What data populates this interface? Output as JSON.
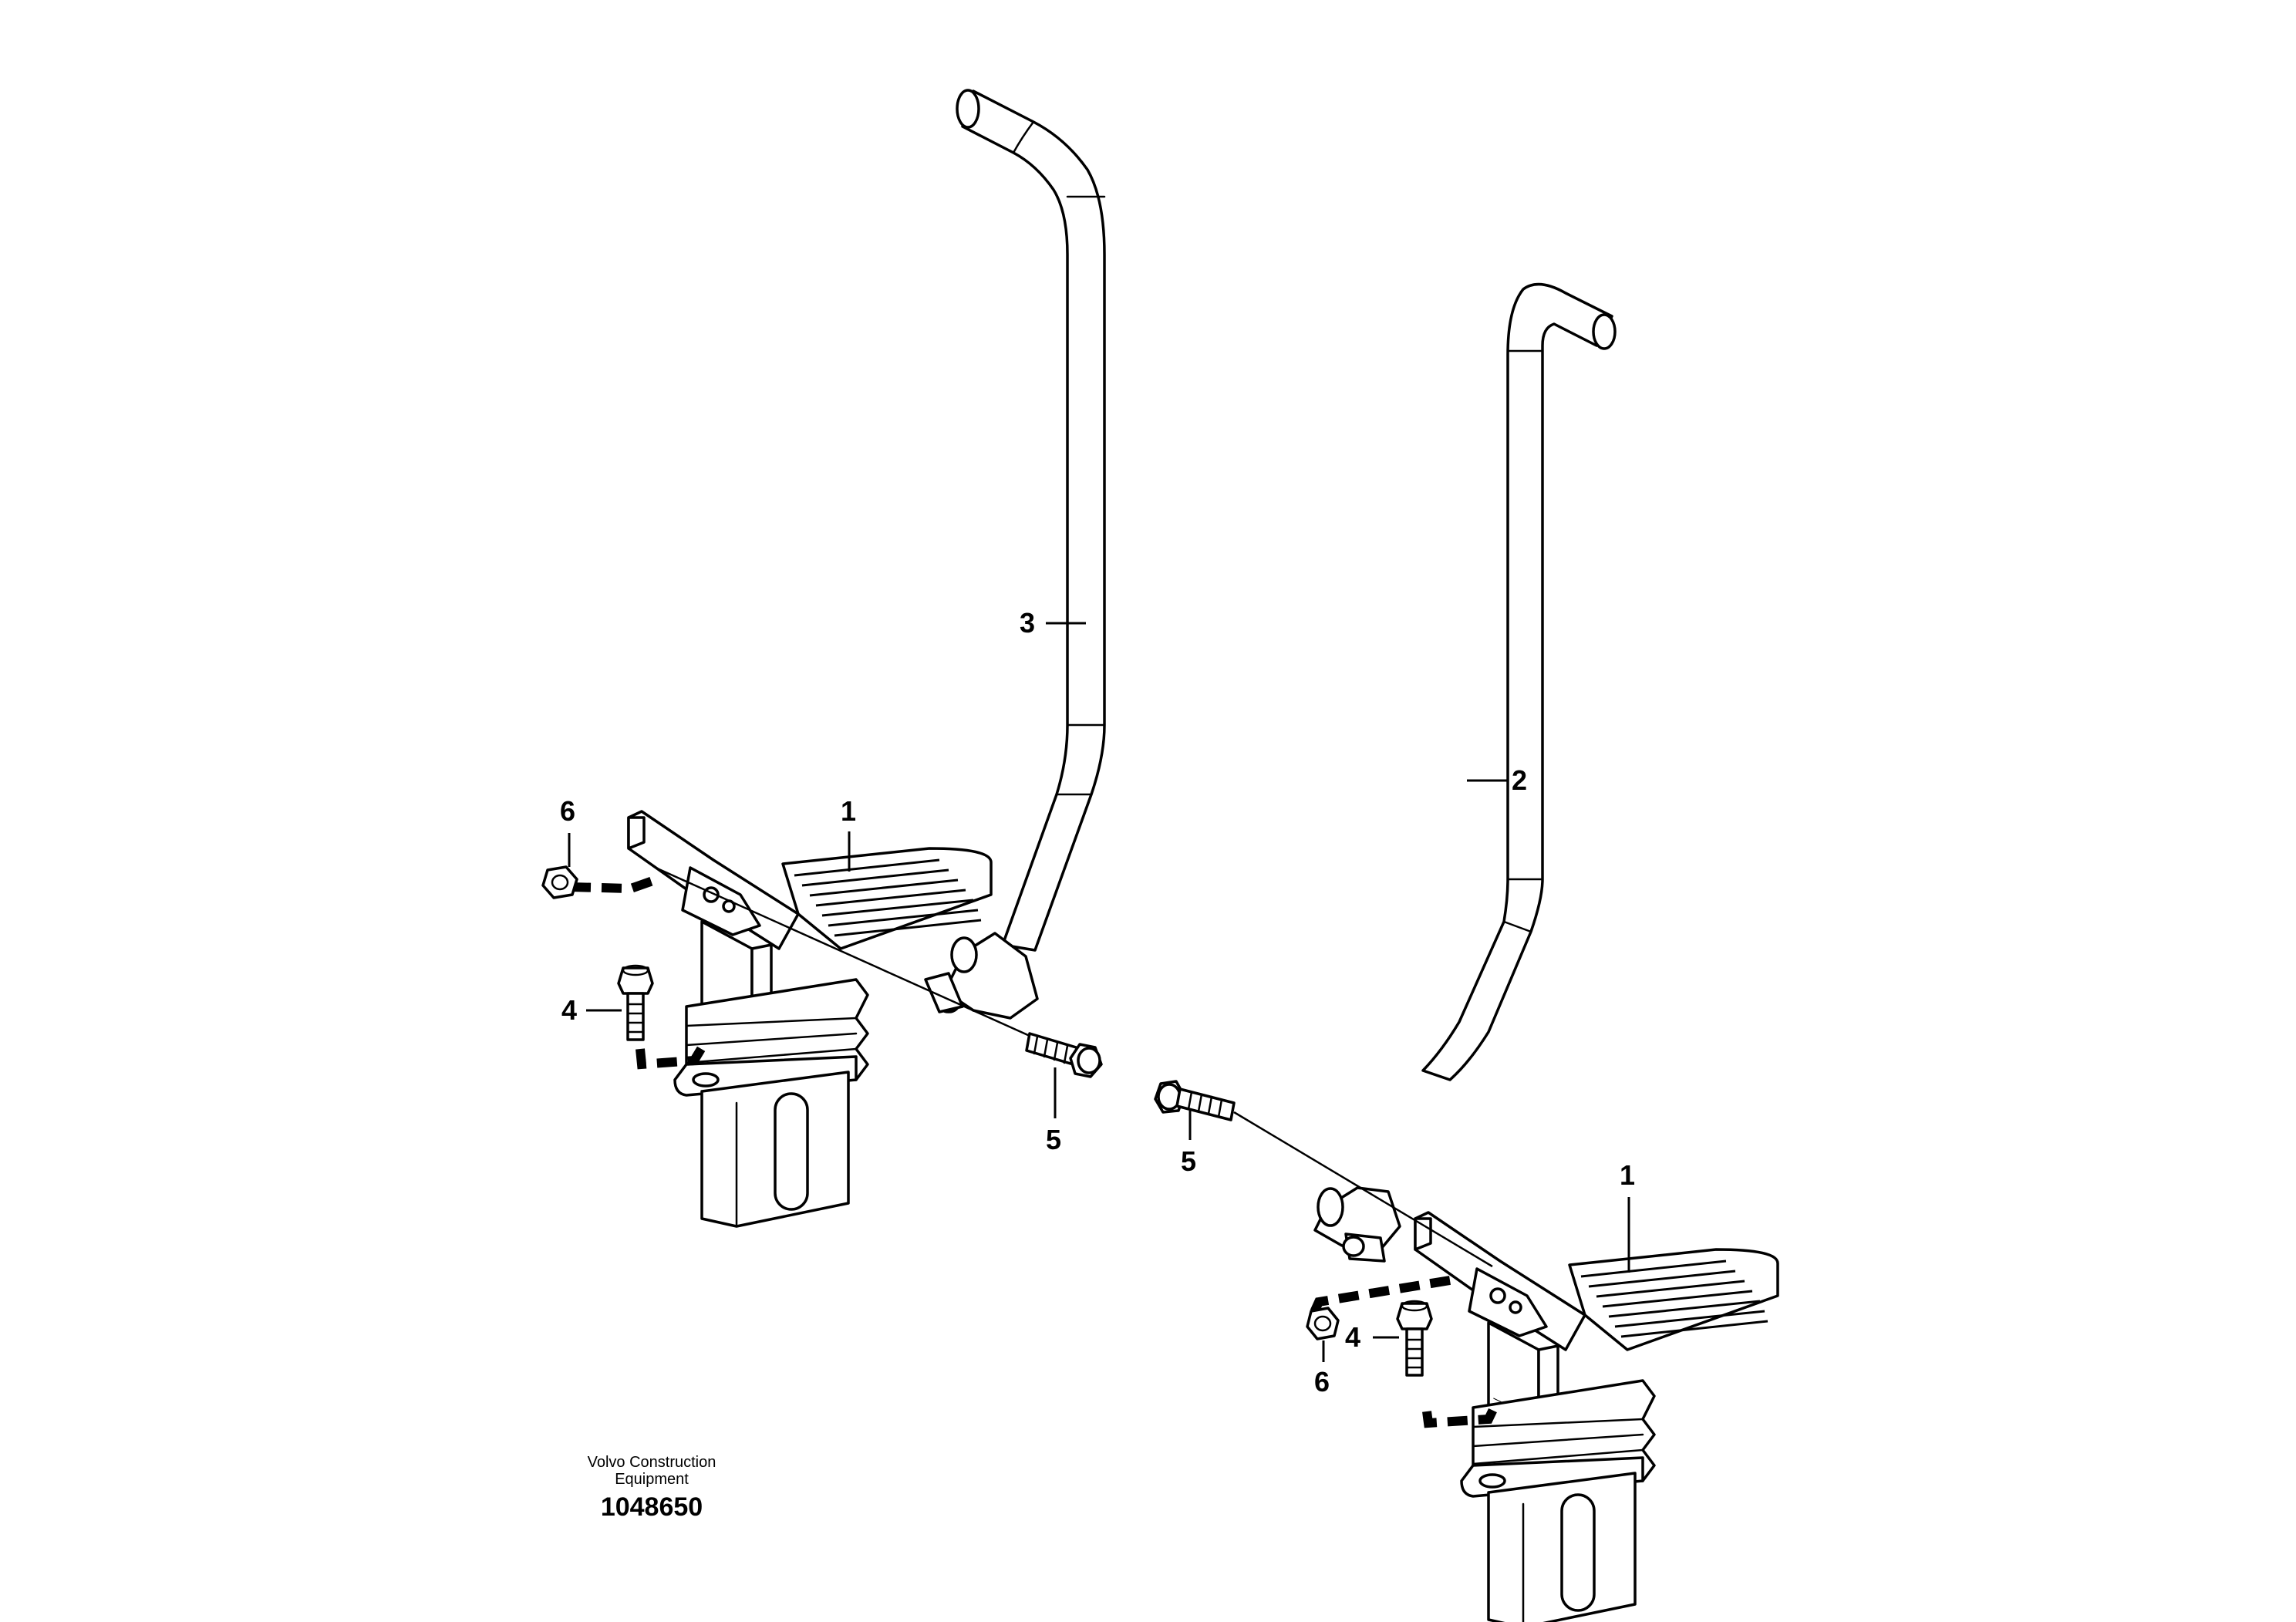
{
  "diagram": {
    "callouts": {
      "c1_left": "1",
      "c1_right": "1",
      "c2": "2",
      "c3": "3",
      "c4_left": "4",
      "c4_right": "4",
      "c5_left": "5",
      "c5_right": "5",
      "c6_left": "6",
      "c6_right": "6"
    },
    "branding": {
      "line1": "Volvo Construction",
      "line2": "Equipment"
    },
    "document_number": "1048650"
  }
}
